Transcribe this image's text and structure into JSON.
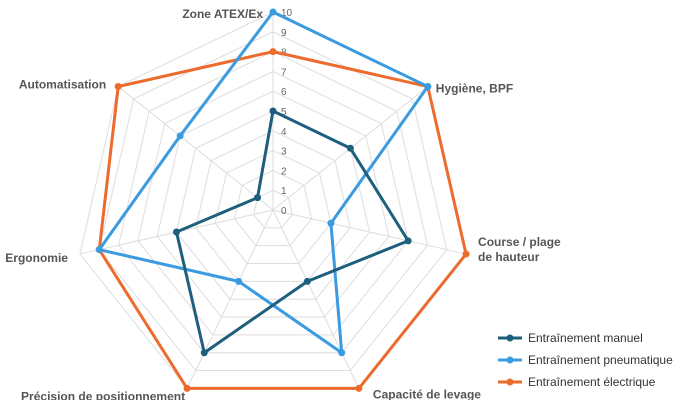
{
  "chart_data": {
    "type": "radar",
    "title": "",
    "axes": [
      "Zone ATEX/Ex",
      "Hygiène, BPF",
      "Course / plage de hauteur",
      "Capacité de levage",
      "Précision de positionnement",
      "Ergonomie",
      "Automatisation"
    ],
    "axis_label_lines": [
      [
        "Zone ATEX/Ex"
      ],
      [
        "Hygiène, BPF"
      ],
      [
        "Course / plage",
        "de hauteur"
      ],
      [
        "Capacité de levage"
      ],
      [
        "Précision de positionnement"
      ],
      [
        "Ergonomie"
      ],
      [
        "Automatisation"
      ]
    ],
    "range": [
      0,
      10
    ],
    "ticks": [
      "0",
      "1",
      "2",
      "3",
      "4",
      "5",
      "6",
      "7",
      "8",
      "9",
      "10"
    ],
    "grid": true,
    "legend_position": "bottom-right",
    "series": [
      {
        "name": "Entraînement manuel",
        "color": "#1d5f7c",
        "values": [
          5,
          5,
          7,
          4,
          8,
          5,
          1
        ]
      },
      {
        "name": "Entraînement pneumatique",
        "color": "#3b9be0",
        "values": [
          10,
          10,
          3,
          8,
          4,
          9,
          6
        ]
      },
      {
        "name": "Entraînement électrique",
        "color": "#ec6b2d",
        "values": [
          8,
          10,
          10,
          10,
          10,
          9,
          10
        ]
      }
    ]
  }
}
